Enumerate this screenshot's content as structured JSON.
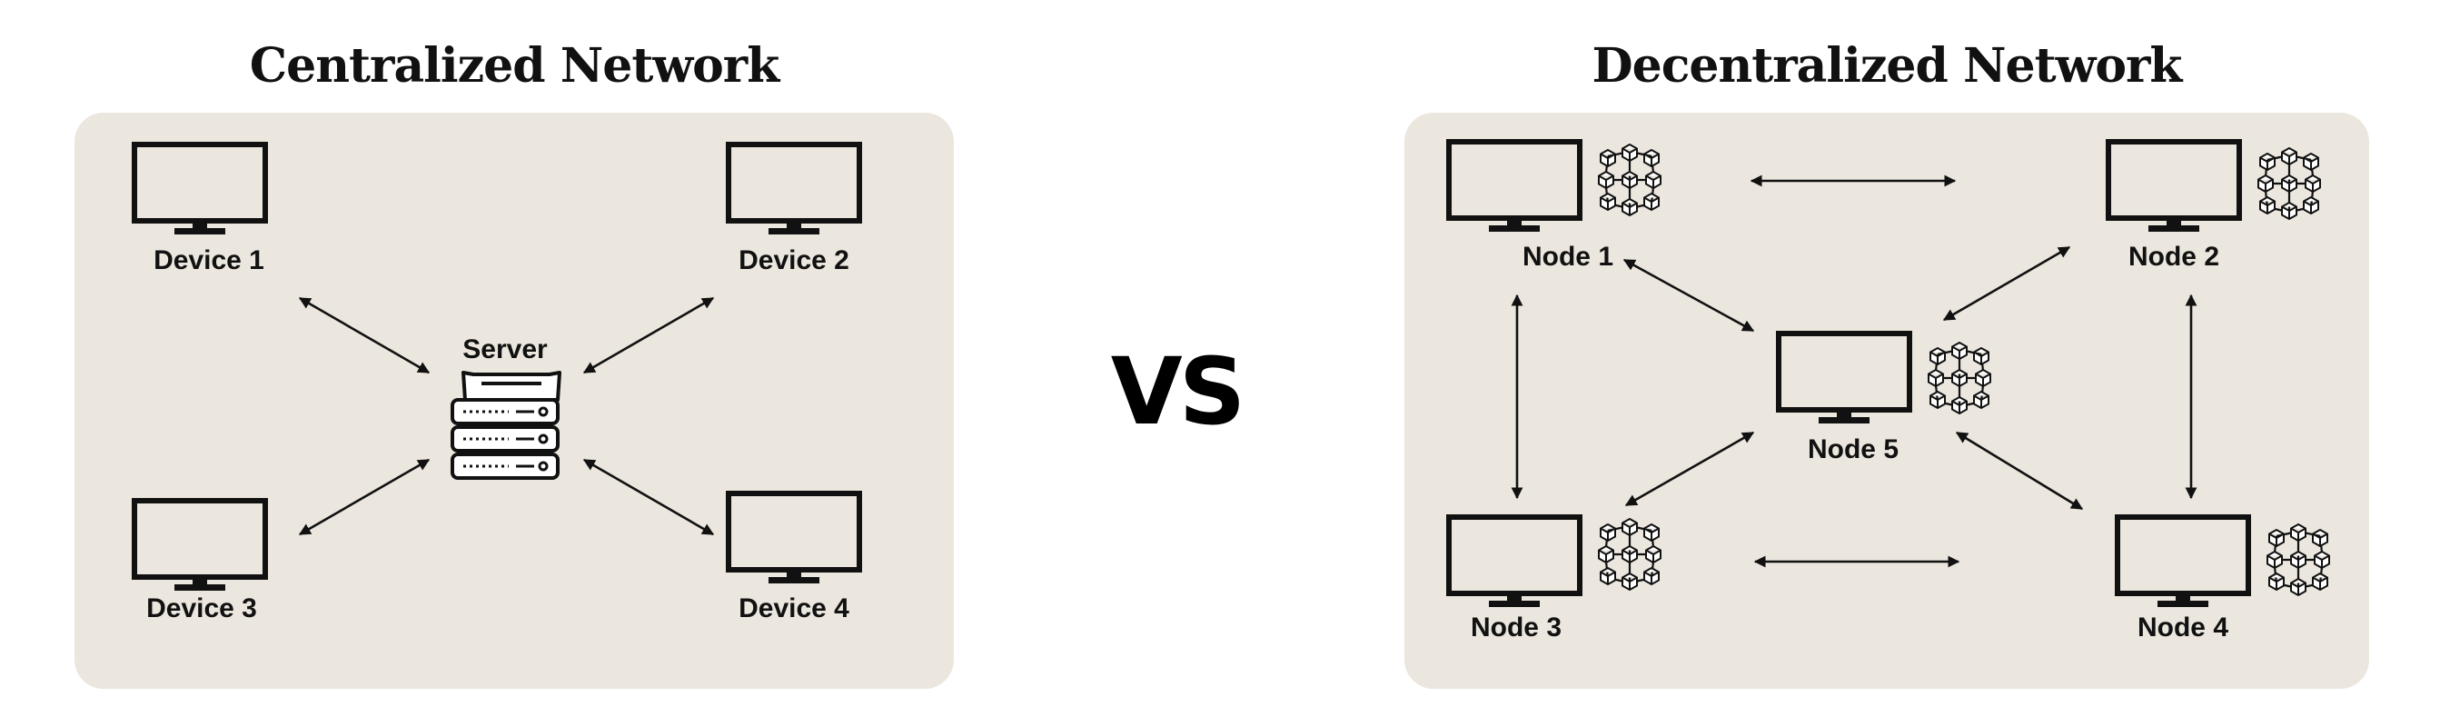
{
  "left": {
    "title": "Centralized Network",
    "server_label": "Server",
    "devices": [
      "Device 1",
      "Device 2",
      "Device 3",
      "Device 4"
    ]
  },
  "vs_text": "VS",
  "right": {
    "title": "Decentralized Network",
    "nodes": [
      "Node 1",
      "Node 2",
      "Node 3",
      "Node 4",
      "Node 5"
    ]
  },
  "colors": {
    "panel": "#ebe6de",
    "ink": "#111111",
    "background": "#ffffff"
  }
}
